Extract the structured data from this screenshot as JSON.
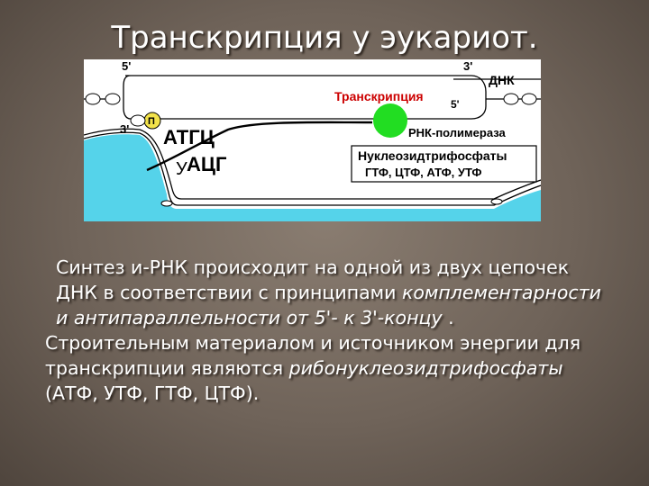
{
  "slide": {
    "title": "Транскрипция у эукариот."
  },
  "diagram": {
    "label_5prime_top": "5'",
    "label_3prime_top": "3'",
    "label_dna": "ДНК",
    "label_transcription": "Транскрипция",
    "label_5prime_inner": "5'",
    "label_3prime_left": "3'",
    "label_atgc": "АТГЦ",
    "label_uacg_u": "У",
    "label_uacg_rest": "АЦГ",
    "label_rna_polymerase": "РНК-полимераза",
    "box_line1": "Нуклеозидтрифосфаты",
    "box_line2": "ГТФ, ЦТФ, АТФ, УТФ",
    "label_p": "П",
    "colors": {
      "polymerase": "#22dd22",
      "cytoplasm": "#55d3ea",
      "transcription_label": "#cc0000",
      "phosphate": "#f2e24a"
    }
  },
  "text": {
    "p1_normal": "Синтез и-РНК происходит на одной из двух цепочек ДНК в соответствии с принципами ",
    "p1_italic": "комплементарности и антипараллельности от 5'- к 3'-концу",
    "p1_end": " .",
    "p2_normal": "Строительным материалом и источником энергии для транскрипции являются ",
    "p2_italic": "рибонуклеозидтрифосфаты",
    "p2_end": " (АТФ, УТФ, ГТФ, ЦТФ)."
  }
}
